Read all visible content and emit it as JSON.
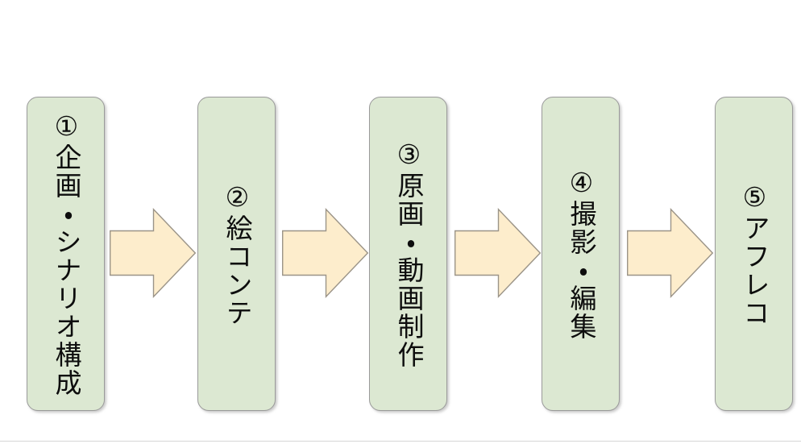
{
  "diagram": {
    "type": "process-flow",
    "orientation": "horizontal-left-to-right",
    "text_direction": "vertical-tategaki",
    "background_color": "#ffffff",
    "box_fill_color": "#dce8d2",
    "box_border_color": "#9a9a9a",
    "arrow_fill_color": "#fdedcc",
    "arrow_border_color": "#9b9488",
    "text_color": "#0d0d0d",
    "steps": [
      {
        "number": "①",
        "label": "①企画・シナリオ構成",
        "name": "企画・シナリオ構成"
      },
      {
        "number": "②",
        "label": "②絵コンテ",
        "name": "絵コンテ"
      },
      {
        "number": "③",
        "label": "③原画・動画制作",
        "name": "原画・動画制作"
      },
      {
        "number": "④",
        "label": "④撮影・編集",
        "name": "撮影・編集"
      },
      {
        "number": "⑤",
        "label": "⑤アフレコ",
        "name": "アフレコ"
      }
    ],
    "connectors": [
      {
        "from": "①企画・シナリオ構成",
        "to": "②絵コンテ",
        "glyph": "right-block-arrow"
      },
      {
        "from": "②絵コンテ",
        "to": "③原画・動画制作",
        "glyph": "right-block-arrow"
      },
      {
        "from": "③原画・動画制作",
        "to": "④撮影・編集",
        "glyph": "right-block-arrow"
      },
      {
        "from": "④撮影・編集",
        "to": "⑤アフレコ",
        "glyph": "right-block-arrow"
      }
    ]
  }
}
